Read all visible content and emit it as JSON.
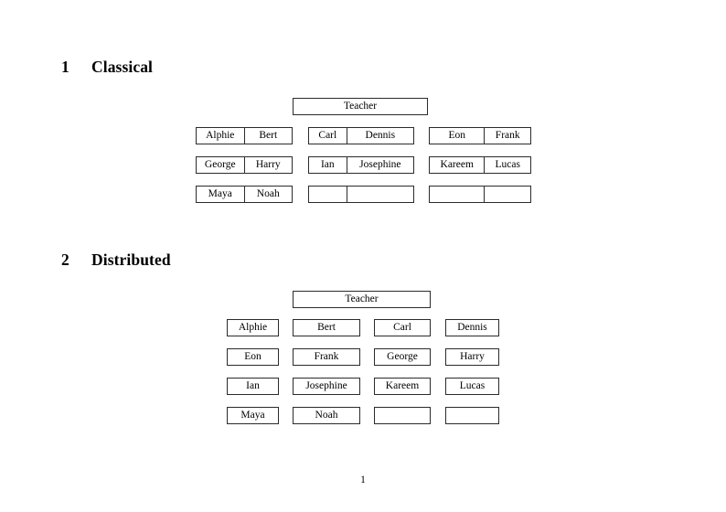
{
  "document": {
    "page_number": "1",
    "border_color": "#2b2b2b",
    "background_color": "#ffffff",
    "text_color": "#000000"
  },
  "sections": [
    {
      "number": "1",
      "title": "Classical",
      "teacher": {
        "label": "Teacher"
      },
      "groups": [
        {
          "name": "left-group",
          "rows": [
            {
              "cells": [
                "Alphie",
                "Bert"
              ]
            },
            {
              "cells": [
                "George",
                "Harry"
              ]
            },
            {
              "cells": [
                "Maya",
                "Noah"
              ]
            }
          ]
        },
        {
          "name": "middle-group",
          "rows": [
            {
              "cells": [
                "Carl",
                "Dennis"
              ]
            },
            {
              "cells": [
                "Ian",
                "Josephine"
              ]
            },
            {
              "cells": [
                "",
                ""
              ]
            }
          ]
        },
        {
          "name": "right-group",
          "rows": [
            {
              "cells": [
                "Eon",
                "Frank"
              ]
            },
            {
              "cells": [
                "Kareem",
                "Lucas"
              ]
            },
            {
              "cells": [
                "",
                ""
              ]
            }
          ]
        }
      ]
    },
    {
      "number": "2",
      "title": "Distributed",
      "teacher": {
        "label": "Teacher"
      },
      "rows": [
        {
          "cells": [
            "Alphie",
            "Bert",
            "Carl",
            "Dennis"
          ]
        },
        {
          "cells": [
            "Eon",
            "Frank",
            "George",
            "Harry"
          ]
        },
        {
          "cells": [
            "Ian",
            "Josephine",
            "Kareem",
            "Lucas"
          ]
        },
        {
          "cells": [
            "Maya",
            "Noah",
            "",
            ""
          ]
        }
      ]
    }
  ]
}
